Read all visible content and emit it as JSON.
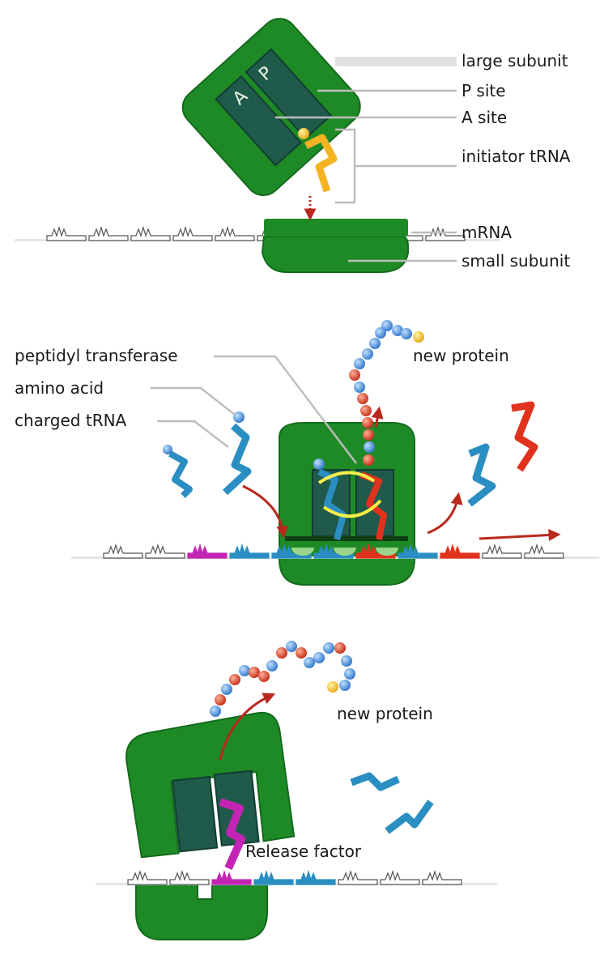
{
  "panel_initiation": {
    "labels": {
      "large_subunit": "large subunit",
      "p_site": "P site",
      "a_site": "A site",
      "initiator_trna": "initiator tRNA",
      "mrna": "mRNA",
      "small_subunit": "small subunit"
    },
    "site_letters": {
      "a": "A",
      "p": "P"
    }
  },
  "panel_elongation": {
    "labels": {
      "peptidyl_transferase": "peptidyl transferase",
      "amino_acid": "amino acid",
      "charged_trna": "charged tRNA",
      "new_protein": "new protein"
    }
  },
  "panel_termination": {
    "labels": {
      "new_protein": "new protein",
      "release_factor": "Release factor"
    }
  },
  "colors": {
    "ribosome": "#1e8a26",
    "ribosome_dark": "#146a1c",
    "site_slot": "#1f5a4a",
    "initiator_trna": "#f4b323",
    "trna_blue": "#2a8ec2",
    "trna_red": "#e0321d",
    "release_factor": "#c424b4",
    "codon_magenta": "#c424b4",
    "arrow_red": "#b8281c",
    "bead_blue": "#3d86d6",
    "bead_red": "#d0341e",
    "bead_yellow": "#f5c026",
    "anticodon_green": "#9bd58a"
  }
}
